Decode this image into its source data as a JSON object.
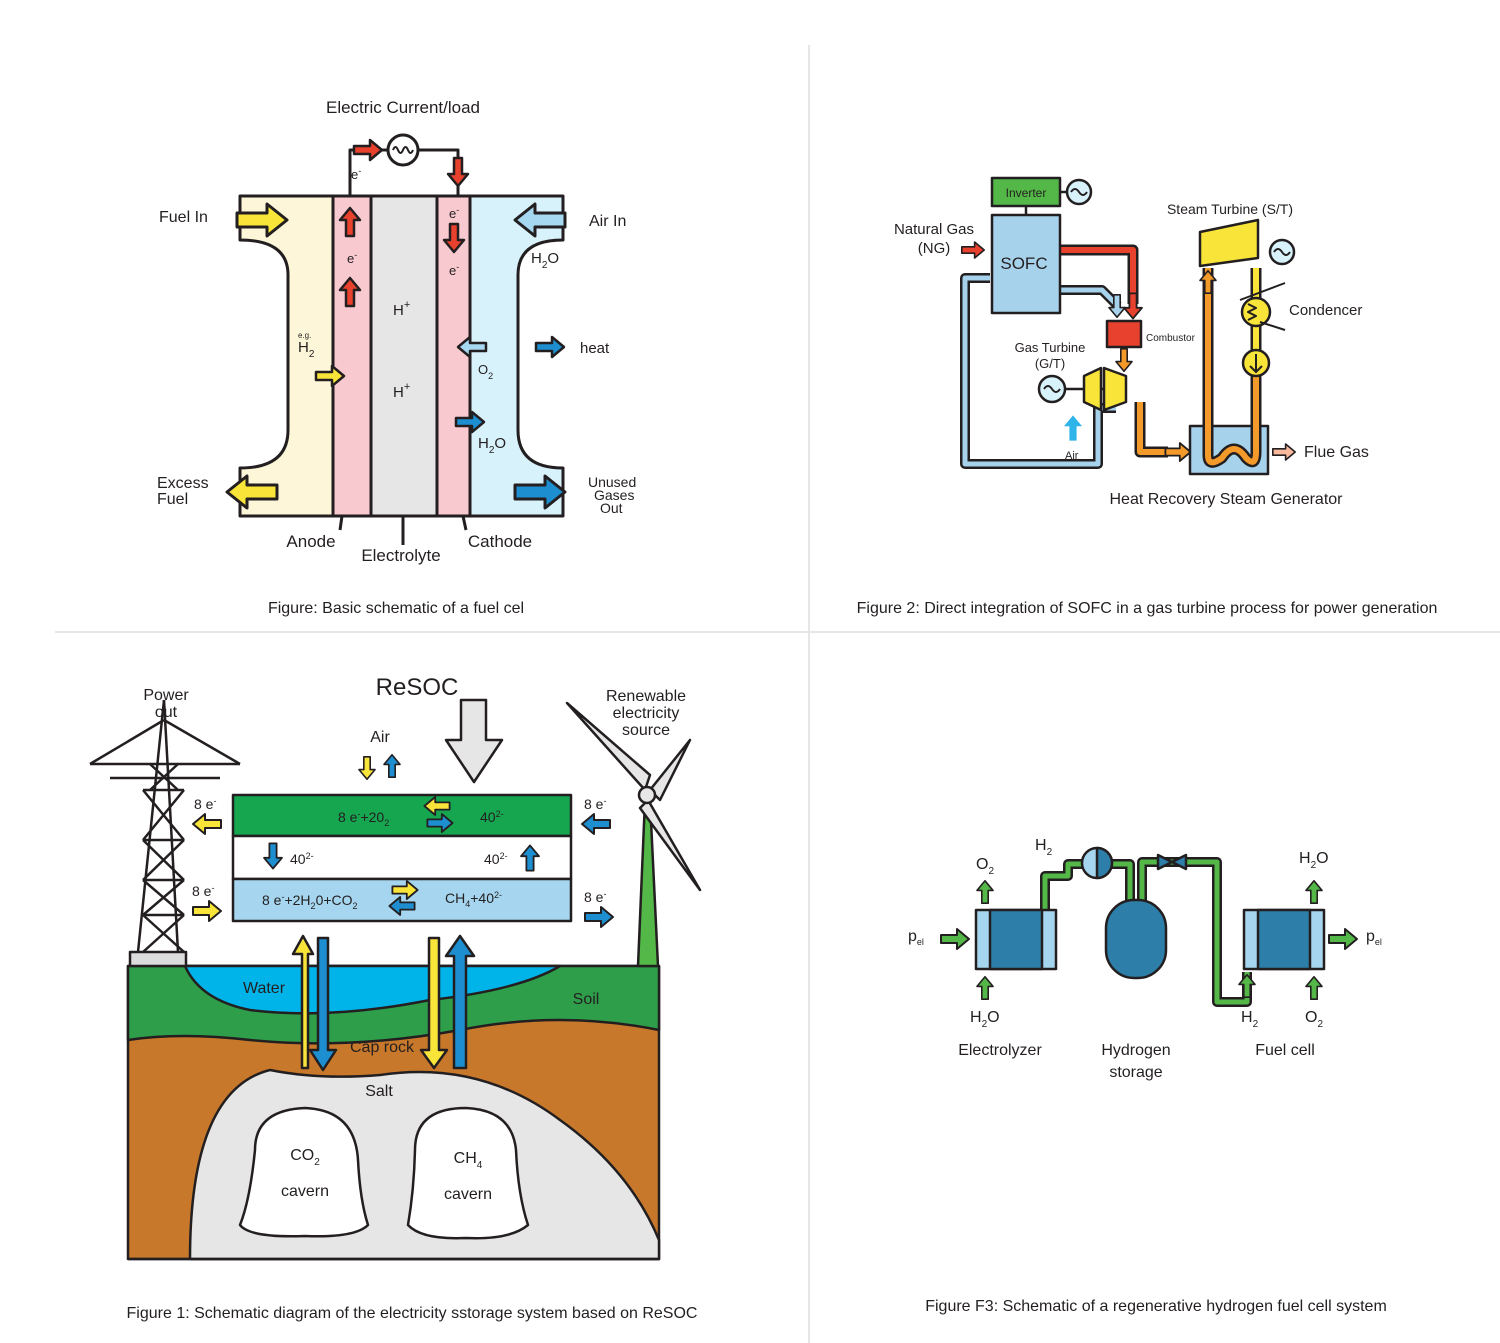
{
  "colors": {
    "stroke": "#231f20",
    "fuel_panel": "#fdf6d8",
    "electrode": "#f8c9cf",
    "electrolyte": "#e6e6e6",
    "air_panel": "#d8f2fc",
    "arrow_red": "#e8412e",
    "arrow_yellow": "#f9e43a",
    "arrow_blue": "#1d8fd1",
    "arrow_lightblue": "#a7d8f1",
    "orange": "#f39a2b",
    "green": "#53b848",
    "sofc_blue": "#a7d2ec",
    "water": "#00b4ea",
    "soil_green": "#2e9e4a",
    "caprock_brown": "#c7782b",
    "salt_gray": "#e6e6e6",
    "resoc_green": "#16a650",
    "resoc_lightblue": "#a6d6ef",
    "storage_blue": "#2d7ea8"
  },
  "fig_fuelcell": {
    "electric_current": "Electric Current/load",
    "fuel_in": "Fuel In",
    "air_in": "Air In",
    "excess_fuel_1": "Excess",
    "excess_fuel_2": "Fuel",
    "unused_1": "Unused",
    "unused_2": "Gases",
    "unused_3": "Out",
    "heat": "heat",
    "h2o_top": "H",
    "h2o_top_sub": "2",
    "h2o_top_o": "O",
    "eg": "e.g.",
    "h2_h": "H",
    "h2_sub": "2",
    "hplus": "H",
    "plus": "+",
    "o2_o": "O",
    "o2_sub": "2",
    "h2o_mid_h": "H",
    "h2o_mid_sub": "2",
    "h2o_mid_o": "O",
    "e": "e",
    "minus": "-",
    "anode": "Anode",
    "electrolyte": "Electrolyte",
    "cathode": "Cathode",
    "caption": "Figure: Basic schematic of a fuel cel"
  },
  "fig_sofc": {
    "inverter": "Inverter",
    "natural_gas": "Natural Gas",
    "ng": "(NG)",
    "sofc": "SOFC",
    "steam_turbine": "Steam Turbine  (S/T)",
    "condencer": "Condencer",
    "combustor": "Combustor",
    "gas_turbine": "Gas Turbine",
    "gt": "(G/T)",
    "air": "Air",
    "flue_gas": "Flue Gas",
    "hrsg": "Heat Recovery Steam Generator",
    "caption": "Figure 2: Direct integration of SOFC in a gas turbine process for power generation"
  },
  "fig_resoc": {
    "title": "ReSOC",
    "power_out_1": "Power",
    "power_out_2": "out",
    "renewable_1": "Renewable",
    "renewable_2": "electricity",
    "renewable_3": "source",
    "air": "Air",
    "e8": "8 e",
    "minus": "-",
    "top_left": "8 e",
    "top_left_2": "+20",
    "top_left_sub": "2",
    "top_right": "40",
    "sup_2minus": "2-",
    "mid_left": "40",
    "mid_right": "40",
    "bot_left_a": "8 e",
    "bot_left_b": "+2H",
    "bot_left_sub1": "2",
    "bot_left_c": "0+CO",
    "bot_left_sub2": "2",
    "bot_right_a": "CH",
    "bot_right_sub": "4",
    "bot_right_b": "+40",
    "water": "Water",
    "soil": "Soil",
    "cap_rock": "Cap rock",
    "salt": "Salt",
    "co2_c": "CO",
    "co2_sub": "2",
    "ch4_c": "CH",
    "ch4_sub": "4",
    "cavern": "cavern",
    "caption": "Figure 1: Schematic diagram of the electricity sstorage system based on ReSOC"
  },
  "fig_regen": {
    "o2_o": "O",
    "sub2": "2",
    "h2_h": "H",
    "h2o_h": "H",
    "h2o_o": "O",
    "p": "p",
    "el": "el",
    "electrolyzer": "Electrolyzer",
    "hydrogen": "Hydrogen",
    "storage": "storage",
    "fuel_cell": "Fuel cell",
    "caption": "Figure F3: Schematic of a regenerative hydrogen fuel cell system"
  }
}
